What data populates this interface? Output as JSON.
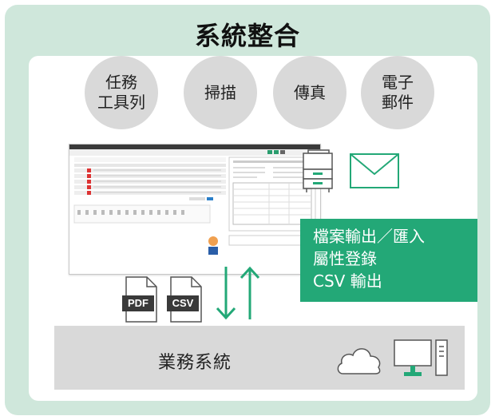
{
  "title": "系統整合",
  "circles": [
    {
      "label": "任務\n工具列"
    },
    {
      "label": "掃描"
    },
    {
      "label": "傳真"
    },
    {
      "label": "電子\n郵件"
    }
  ],
  "functions": [
    "檔案輸出／匯入",
    "屬性登錄",
    "CSV 輸出"
  ],
  "file_icons": {
    "pdf": "PDF",
    "csv": "CSV"
  },
  "business_system": "業務系統",
  "colors": {
    "background": "#cfe7db",
    "accent": "#23a877",
    "gray": "#d9d9d9"
  },
  "icons": [
    "copier-icon",
    "envelope-icon",
    "arrow-down-icon",
    "arrow-up-icon",
    "cloud-icon",
    "desktop-computer-icon"
  ]
}
